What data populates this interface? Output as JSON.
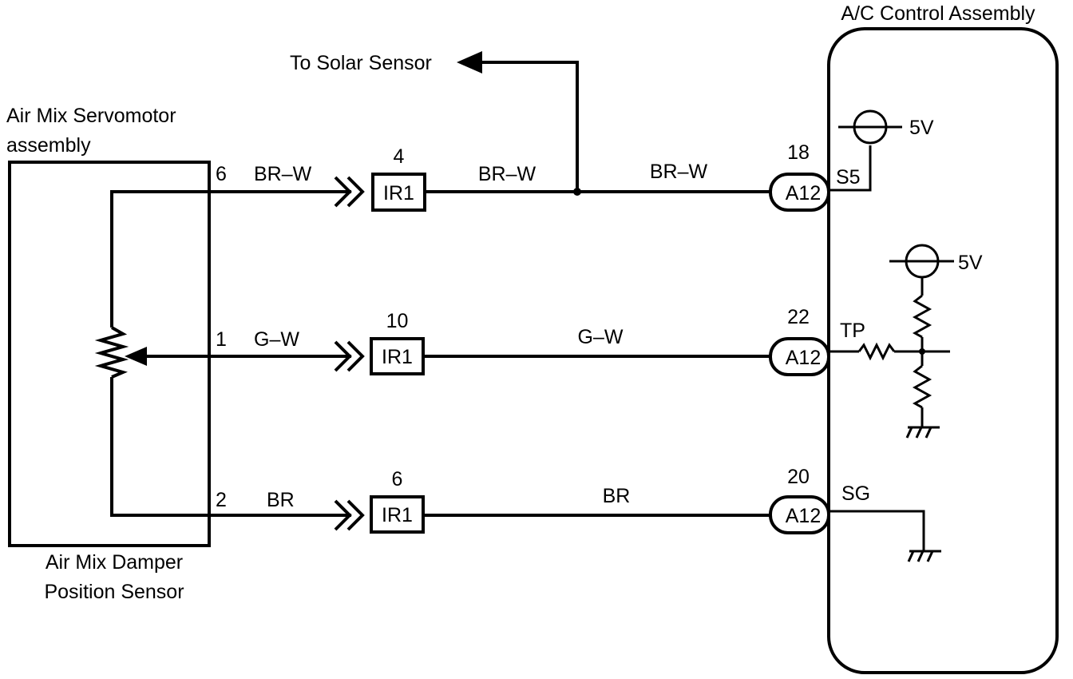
{
  "components": {
    "ac_control": {
      "title": "A/C Control Assembly"
    },
    "servomotor": {
      "title_line1": "Air Mix Servomotor",
      "title_line2": "assembly"
    },
    "sensor": {
      "label_line1": "Air Mix Damper",
      "label_line2": "Position Sensor"
    },
    "solar": {
      "label": "To Solar Sensor"
    }
  },
  "circuits": [
    {
      "servo_pin": "6",
      "wire_left": "BR–W",
      "connector": "IR1",
      "connector_pin": "4",
      "wire_mid_a": "BR–W",
      "wire_mid_b": "BR–W",
      "ecu_connector": "A12",
      "ecu_pin": "18",
      "ecu_terminal": "S5",
      "supply": "5V"
    },
    {
      "servo_pin": "1",
      "wire_left": "G–W",
      "connector": "IR1",
      "connector_pin": "10",
      "wire_mid": "G–W",
      "ecu_connector": "A12",
      "ecu_pin": "22",
      "ecu_terminal": "TP",
      "supply": "5V"
    },
    {
      "servo_pin": "2",
      "wire_left": "BR",
      "connector": "IR1",
      "connector_pin": "6",
      "wire_mid": "BR",
      "ecu_connector": "A12",
      "ecu_pin": "20",
      "ecu_terminal": "SG"
    }
  ]
}
